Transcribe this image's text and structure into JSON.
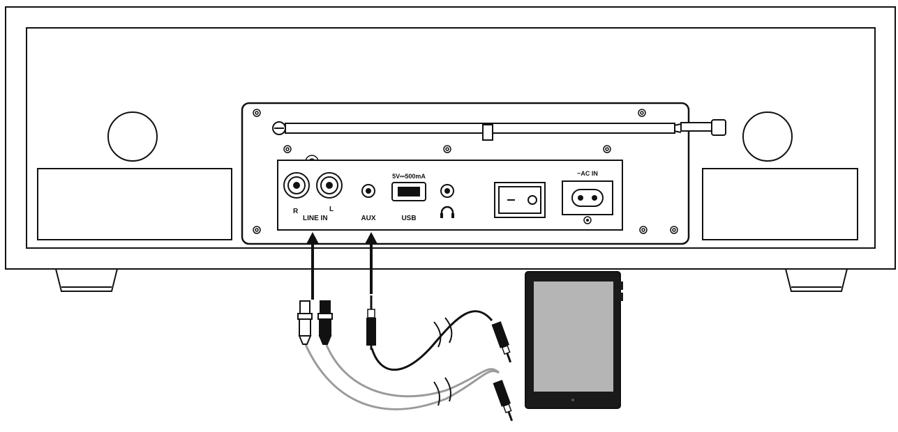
{
  "panel": {
    "usb_rating": "5V⎓500mA",
    "usb_label": "USB",
    "line_in_r": "R",
    "line_in_label": "LINE IN",
    "line_in_l": "L",
    "aux_label": "AUX",
    "headphone_symbol": "🎧",
    "ac_label": "~AC IN"
  },
  "colors": {
    "outline": "#111111",
    "tablet_body": "#1a1a1a",
    "tablet_screen": "#b5b5b5",
    "rca_cable": "#9a9a9a",
    "aux_cable": "#111111"
  }
}
